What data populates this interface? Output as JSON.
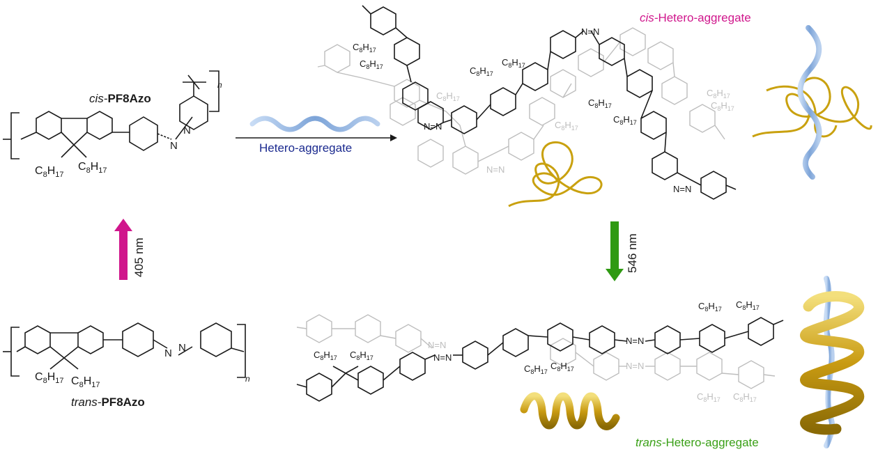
{
  "labels": {
    "cis_monomer_prefix": "cis-",
    "cis_monomer_name": "PF8Azo",
    "trans_monomer_prefix": "trans-",
    "trans_monomer_name": "PF8Azo",
    "hetero_aggregate": "Hetero-aggregate",
    "cis_agg_prefix": "cis-",
    "cis_agg_name": "Hetero-aggregate",
    "trans_agg_prefix": "trans-",
    "trans_agg_name": "Hetero-aggregate",
    "up_wavelength": "405 nm",
    "down_wavelength": "546 nm",
    "repeat_n": "n",
    "c8h17": "C8H17"
  },
  "colors": {
    "magenta_arrow": "#d0168c",
    "green_arrow": "#2f9a12",
    "gold_chain": "#c9a10f",
    "blue_helix": "#8fb3e0",
    "grey_structure": "#bdbdbd",
    "black_structure": "#1a1a1a",
    "hetero_label": "#1b2a8f"
  }
}
